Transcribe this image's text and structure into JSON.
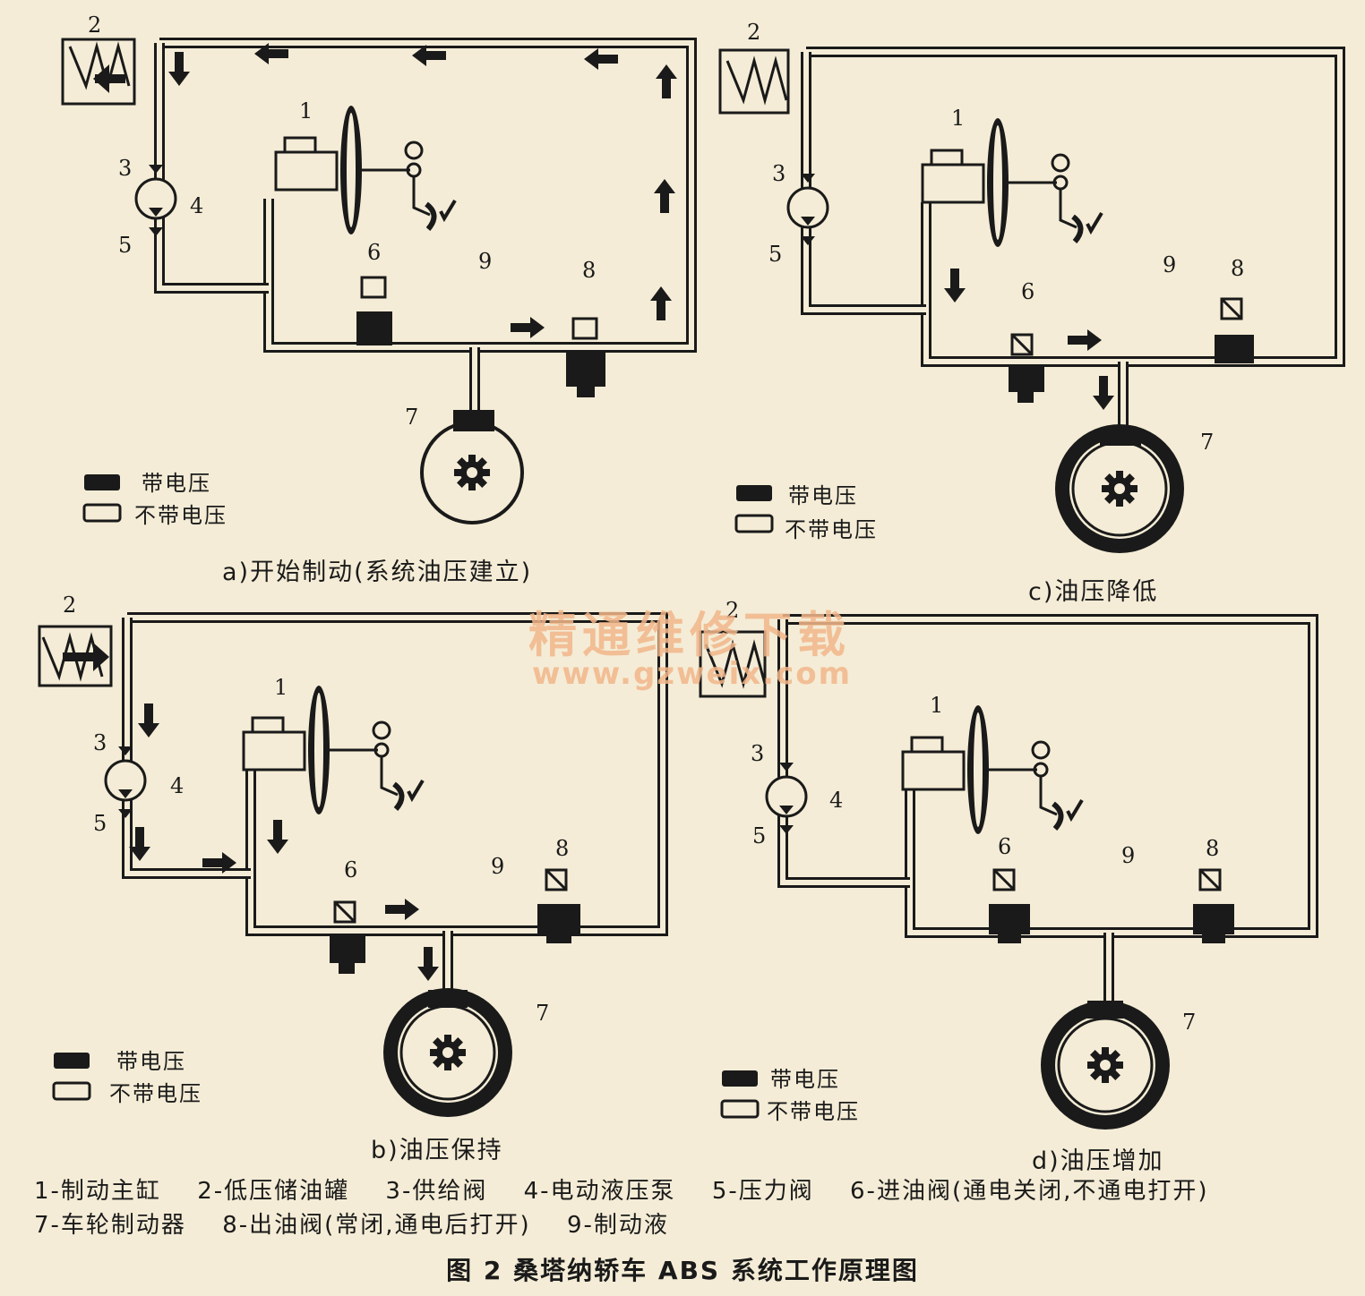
{
  "panels": {
    "a": {
      "caption": "a)开始制动(系统油压建立)",
      "legend_on": "带电压",
      "legend_off": "不带电压"
    },
    "b": {
      "caption": "b)油压保持",
      "legend_on": "带电压",
      "legend_off": "不带电压"
    },
    "c": {
      "caption": "c)油压降低",
      "legend_on": "带电压",
      "legend_off": "不带电压"
    },
    "d": {
      "caption": "d)油压增加",
      "legend_on": "带电压",
      "legend_off": "不带电压"
    }
  },
  "labels": {
    "n1": "1",
    "n2": "2",
    "n3": "3",
    "n4": "4",
    "n5": "5",
    "n6": "6",
    "n7": "7",
    "n8": "8",
    "n9": "9"
  },
  "legend": {
    "item1": "1-制动主缸",
    "item2": "2-低压储油罐",
    "item3": "3-供给阀",
    "item4": "4-电动液压泵",
    "item5": "5-压力阀",
    "item6": "6-进油阀(通电关闭,不通电打开)",
    "item7": "7-车轮制动器",
    "item8": "8-出油阀(常闭,通电后打开)",
    "item9": "9-制动液"
  },
  "figure_title": "图 2    桑塔纳轿车 ABS 系统工作原理图",
  "watermark": {
    "text": "精通维修下载",
    "url": "www.gzweix.com"
  },
  "colors": {
    "background": "#f4ecd6",
    "ink": "#1a1a1a",
    "watermark": "#f2b78a"
  }
}
